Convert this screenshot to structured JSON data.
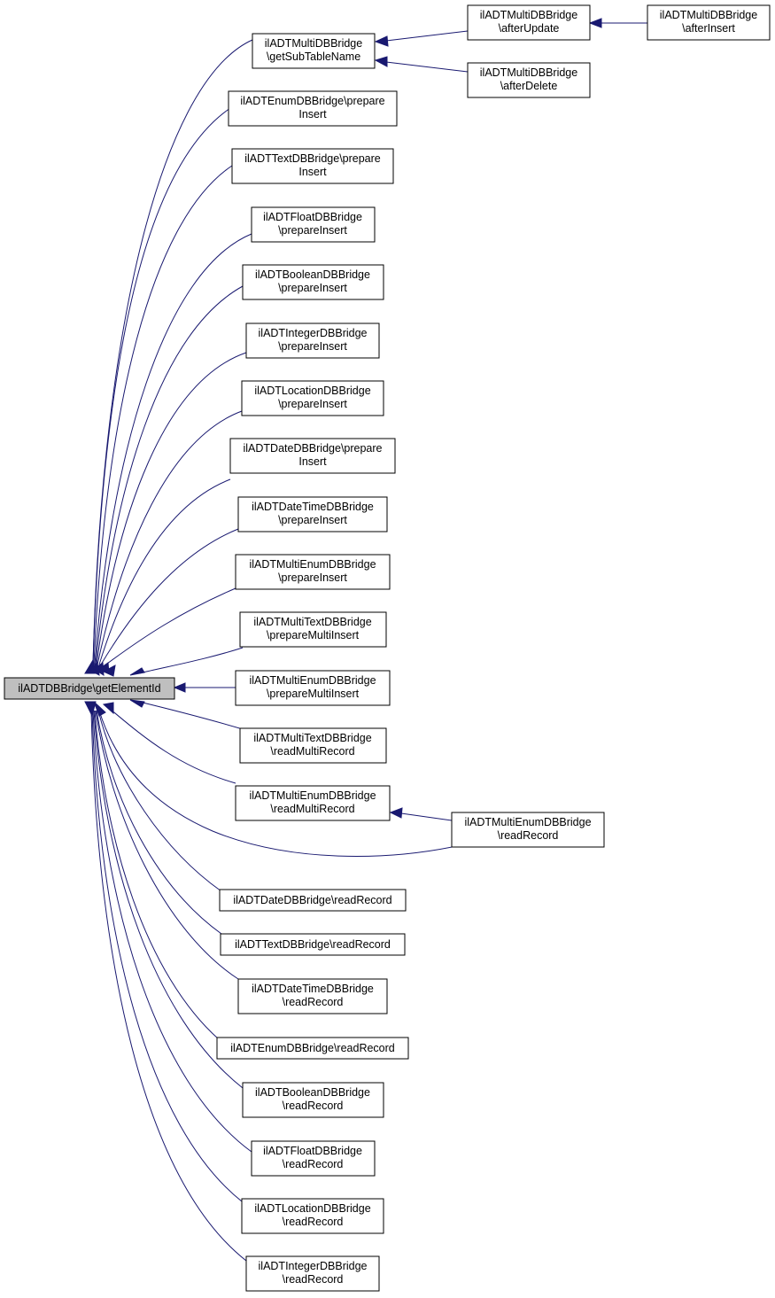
{
  "diagram": {
    "colors": {
      "edge": "#191970",
      "root_fill": "#bfbfbf",
      "node_fill": "#ffffff",
      "border": "#000000"
    },
    "nodes": {
      "root": [
        "ilADTDBBridge\\getElementId"
      ],
      "n1": [
        "ilADTMultiDBBridge",
        "\\getSubTableName"
      ],
      "n2": [
        "ilADTMultiDBBridge",
        "\\afterUpdate"
      ],
      "n3": [
        "ilADTMultiDBBridge",
        "\\afterInsert"
      ],
      "n4": [
        "ilADTMultiDBBridge",
        "\\afterDelete"
      ],
      "n5": [
        "ilADTEnumDBBridge\\prepare",
        "Insert"
      ],
      "n6": [
        "ilADTTextDBBridge\\prepare",
        "Insert"
      ],
      "n7": [
        "ilADTFloatDBBridge",
        "\\prepareInsert"
      ],
      "n8": [
        "ilADTBooleanDBBridge",
        "\\prepareInsert"
      ],
      "n9": [
        "ilADTIntegerDBBridge",
        "\\prepareInsert"
      ],
      "n10": [
        "ilADTLocationDBBridge",
        "\\prepareInsert"
      ],
      "n11": [
        "ilADTDateDBBridge\\prepare",
        "Insert"
      ],
      "n12": [
        "ilADTDateTimeDBBridge",
        "\\prepareInsert"
      ],
      "n13": [
        "ilADTMultiEnumDBBridge",
        "\\prepareInsert"
      ],
      "n14": [
        "ilADTMultiTextDBBridge",
        "\\prepareMultiInsert"
      ],
      "n15": [
        "ilADTMultiEnumDBBridge",
        "\\prepareMultiInsert"
      ],
      "n16": [
        "ilADTMultiTextDBBridge",
        "\\readMultiRecord"
      ],
      "n17": [
        "ilADTMultiEnumDBBridge",
        "\\readMultiRecord"
      ],
      "n18": [
        "ilADTMultiEnumDBBridge",
        "\\readRecord"
      ],
      "n19": [
        "ilADTDateDBBridge\\readRecord"
      ],
      "n20": [
        "ilADTTextDBBridge\\readRecord"
      ],
      "n21": [
        "ilADTDateTimeDBBridge",
        "\\readRecord"
      ],
      "n22": [
        "ilADTEnumDBBridge\\readRecord"
      ],
      "n23": [
        "ilADTBooleanDBBridge",
        "\\readRecord"
      ],
      "n24": [
        "ilADTFloatDBBridge",
        "\\readRecord"
      ],
      "n25": [
        "ilADTLocationDBBridge",
        "\\readRecord"
      ],
      "n26": [
        "ilADTIntegerDBBridge",
        "\\readRecord"
      ]
    }
  }
}
